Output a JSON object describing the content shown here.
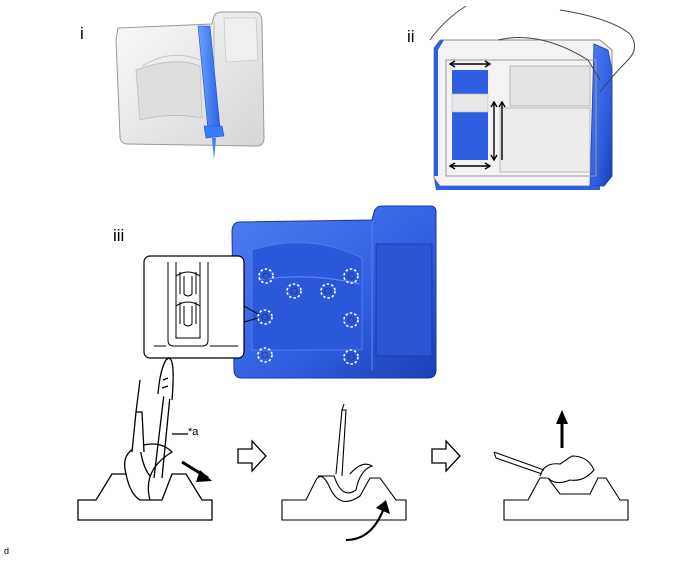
{
  "labels": {
    "panel_i": "i",
    "panel_ii": "ii",
    "panel_iii": "iii",
    "callout_a": "*a",
    "figure_code": "d"
  },
  "colors": {
    "cover_blue": "#2f5fe0",
    "cover_blue_dark": "#1b3fb5",
    "tape_blue": "#3b7bff",
    "seat_gray": "#e8e8e8",
    "line": "#000000"
  },
  "icons": {
    "step_arrow": "hollow-right-arrow",
    "clip_marker": "dashed-circle"
  }
}
